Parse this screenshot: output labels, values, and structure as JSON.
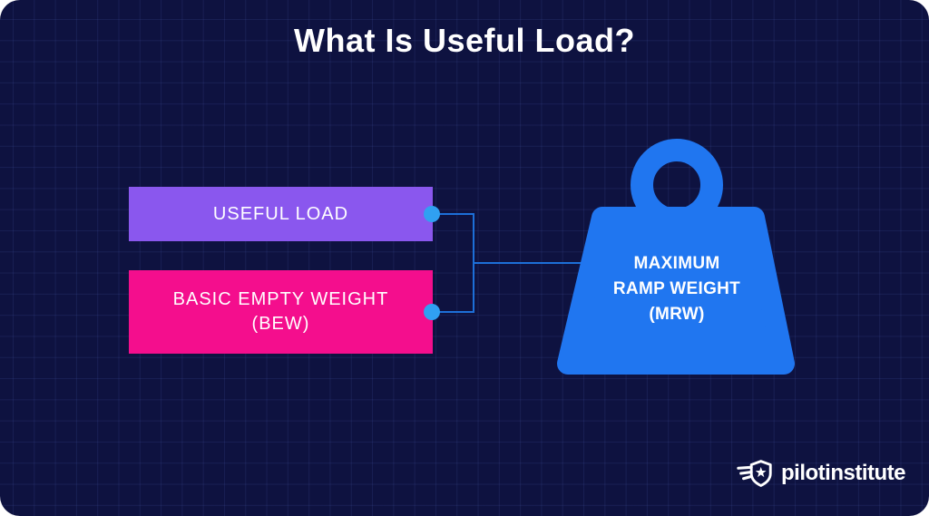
{
  "title": "What Is Useful Load?",
  "diagram": {
    "useful_load_box": {
      "label": "USEFUL LOAD",
      "color": "#8a57ee"
    },
    "basic_empty_weight_box": {
      "line1": "BASIC EMPTY WEIGHT",
      "line2": "(BEW)",
      "color": "#f40e8d"
    },
    "weight_figure": {
      "icon": "kettlebell-weight-icon",
      "line1": "MAXIMUM",
      "line2": "RAMP WEIGHT",
      "line3": "(MRW)",
      "color": "#2076f0"
    },
    "connector": {
      "line_color": "#1d6fd8",
      "dot_color": "#30a0f2"
    }
  },
  "background": {
    "canvas_color": "#0e1240",
    "grid_color": "#2a3268"
  },
  "footer": {
    "brand": "pilotinstitute",
    "icon": "winged-shield-star-icon"
  }
}
